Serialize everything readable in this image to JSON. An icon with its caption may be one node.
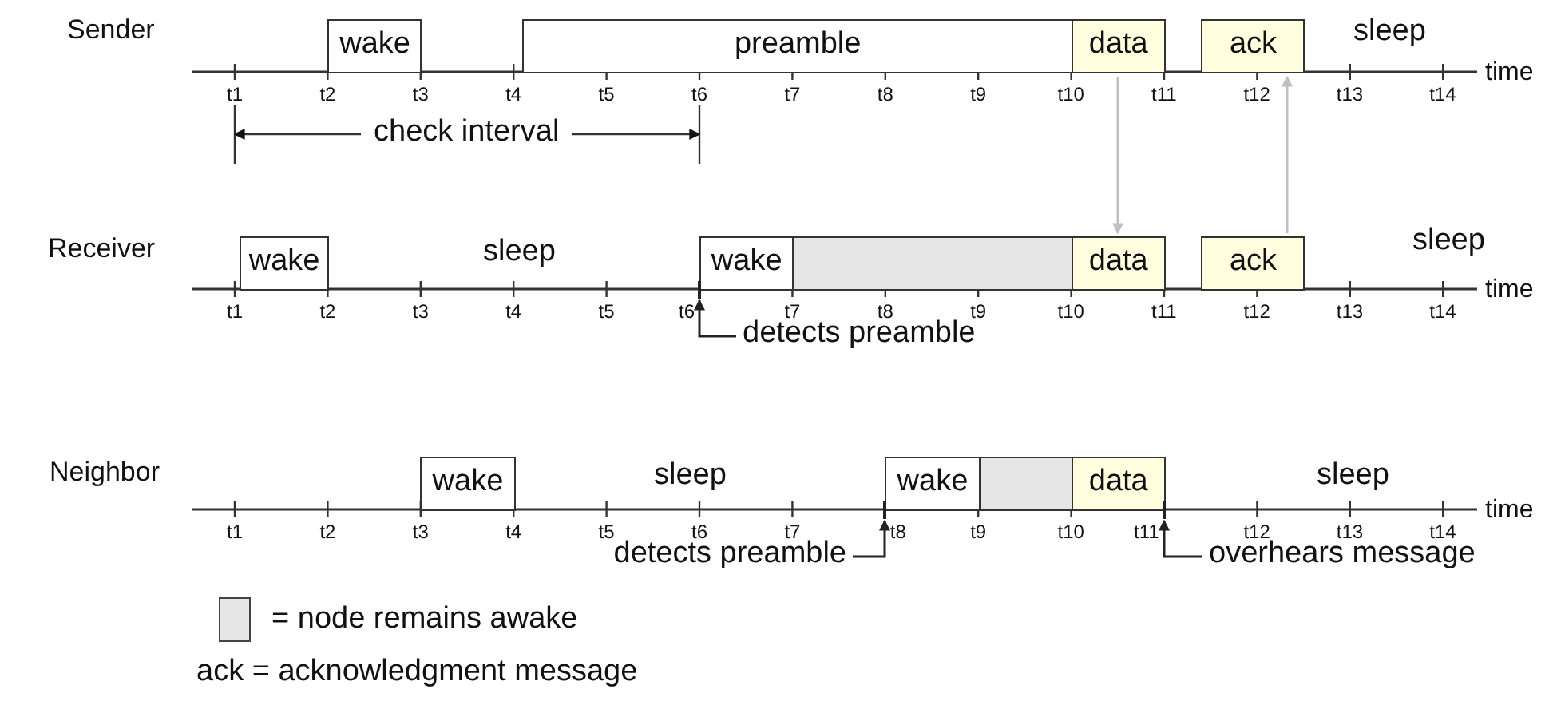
{
  "diagram": {
    "nodes": [
      {
        "text": [
          "wake"
        ]
      },
      {
        "text": [
          "preamble"
        ]
      },
      {
        "text": [
          "data"
        ]
      },
      {
        "text": [
          "ack"
        ]
      },
      {
        "text": [
          "wake"
        ]
      },
      {
        "text": [
          "wake"
        ]
      },
      {
        "text": [],
        "shape": "box"
      },
      {
        "text": [
          "data"
        ]
      },
      {
        "text": [
          "ack"
        ]
      },
      {
        "text": [
          "wake"
        ]
      },
      {
        "text": [
          "wake"
        ]
      },
      {
        "text": [],
        "shape": "box"
      },
      {
        "text": [
          "data"
        ]
      },
      {
        "text": [
          "detects preamble"
        ]
      },
      {
        "text": [
          "detects preamble"
        ]
      },
      {
        "text": [
          "overhears message"
        ]
      },
      {
        "text": [],
        "shape": "tick"
      },
      {
        "text": [],
        "shape": "tick"
      },
      {
        "text": [],
        "shape": "tick"
      }
    ],
    "edges": [
      {
        "from": 2,
        "to": 7,
        "arrow": "to",
        "color": "#c0c0c0"
      },
      {
        "from": 8,
        "to": 3,
        "arrow": "to",
        "color": "#c0c0c0"
      },
      {
        "from": 13,
        "to": 16,
        "arrow": "to"
      },
      {
        "from": 14,
        "to": 17,
        "arrow": "to"
      },
      {
        "from": 15,
        "to": 18,
        "arrow": "to"
      }
    ],
    "labels": [
      "Sender",
      "sleep",
      "t1",
      "t2",
      "t3",
      "t4",
      "t5",
      "t6",
      "t7",
      "t8",
      "t9",
      "t10",
      "t11",
      "t12",
      "t13",
      "t14",
      "time",
      "check interval",
      "Receiver",
      "sleep",
      "sleep",
      "t1",
      "t2",
      "t3",
      "t4",
      "t5",
      "t6",
      "t7",
      "t8",
      "t9",
      "t10",
      "t11",
      "t12",
      "t13",
      "t14",
      "time",
      "Neighbor",
      "sleep",
      "sleep",
      "t1",
      "t2",
      "t3",
      "t4",
      "t5",
      "t6",
      "t7",
      "t8",
      "t9",
      "t10",
      "t11",
      "t12",
      "t13",
      "t14",
      "time",
      "ack = acknowledgment message"
    ],
    "legend": [
      {
        "text": "= node remains awake",
        "color": "#e6e6e6"
      }
    ]
  }
}
